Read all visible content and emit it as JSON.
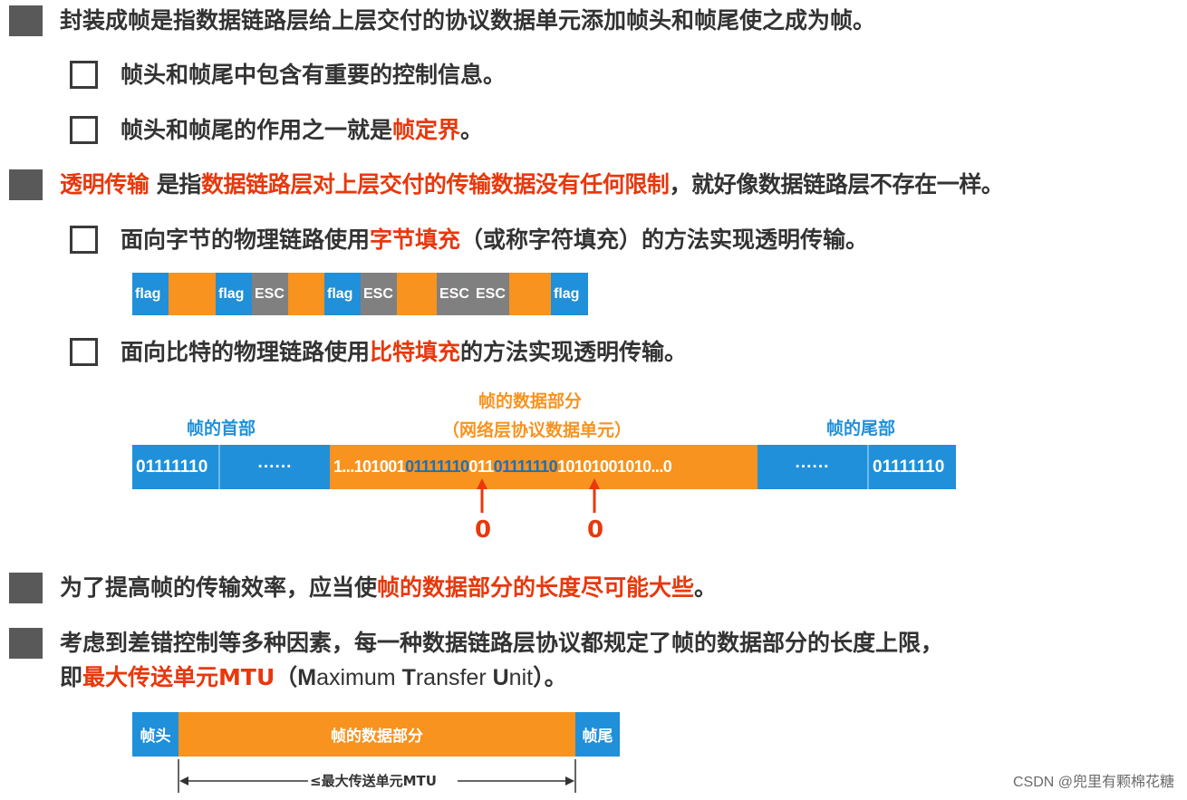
{
  "bullets": {
    "b1": "封装成帧是指数据链路层给上层交付的协议数据单元添加帧头和帧尾使之成为帧。",
    "b1_sub1": "帧头和帧尾中包含有重要的控制信息。",
    "b1_sub2_pre": "帧头和帧尾的作用之一就是",
    "b1_sub2_hl": "帧定界",
    "b1_sub2_post": "。",
    "b2_hl1": "透明传输",
    "b2_mid1": " 是指",
    "b2_hl2": "数据链路层对上层交付的传输数据没有任何限制",
    "b2_post": "，就好像数据链路层不存在一样。",
    "b2_sub1_pre": "面向字节的物理链路使用",
    "b2_sub1_hl": "字节填充",
    "b2_sub1_post": "（或称字符填充）的方法实现透明传输。",
    "b2_sub2_pre": "面向比特的物理链路使用",
    "b2_sub2_hl": "比特填充",
    "b2_sub2_post": "的方法实现透明传输。",
    "b3_pre": "为了提高帧的传输效率，应当使",
    "b3_hl": "帧的数据部分的长度尽可能大些",
    "b3_post": "。",
    "b4_line1": "考虑到差错控制等多种因素，每一种数据链路层协议都规定了帧的数据部分的长度上限，",
    "b4_pre": "即",
    "b4_hl": "最大传送单元MTU",
    "b4_paren_open": "（",
    "b4_M": "M",
    "b4_aximum": "aximum ",
    "b4_T": "T",
    "b4_ransfer": "ransfer ",
    "b4_U": "U",
    "b4_nit": "nit",
    "b4_paren_close": "）。"
  },
  "byte_stuffing": {
    "flag": "flag",
    "esc": "ESC"
  },
  "bit_stuffing": {
    "label_header": "帧的首部",
    "label_data_line1": "帧的数据部分",
    "label_data_line2": "（网络层协议数据单元）",
    "label_trailer": "帧的尾部",
    "flag_bits": "01111110",
    "dots": "······",
    "data_part1": "1...101001",
    "data_part2": "01111110",
    "data_part3": "011",
    "data_part4": "01111110",
    "data_part5": "10101001010...0",
    "inserted_zero": "0"
  },
  "mtu_diagram": {
    "header": "帧头",
    "data": "帧的数据部分",
    "trailer": "帧尾",
    "mtu_label": "≤最大传送单元MTU"
  },
  "watermark": "CSDN @兜里有颗棉花糖",
  "colors": {
    "highlight_red": "#e8380d",
    "frame_blue": "#1f90d9",
    "data_orange": "#f7931e",
    "esc_gray": "#808080",
    "bullet_gray": "#595959"
  }
}
